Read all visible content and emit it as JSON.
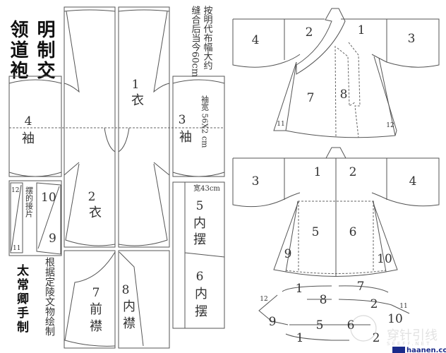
{
  "title": {
    "col1": "明制交",
    "col2": "领道袍"
  },
  "notes": {
    "fabric_width_1": "按明代布幅大约",
    "fabric_width_2": "缝合后当今60cm",
    "sleeve_width": "袖宽 56X2 cm",
    "inner_hem_width": "宽43cm",
    "hem_extension": "摆的接片",
    "author": "太常卿手制",
    "source": "根据定陵文物绘制"
  },
  "pieces": {
    "p1": {
      "num": "1",
      "name": "衣"
    },
    "p2": {
      "num": "2",
      "name": "衣"
    },
    "p3": {
      "num": "3",
      "name": "袖"
    },
    "p4": {
      "num": "4",
      "name": "袖"
    },
    "p5": {
      "num": "5",
      "name1": "内",
      "name2": "摆"
    },
    "p6": {
      "num": "6",
      "name1": "内",
      "name2": "摆"
    },
    "p7": {
      "num": "7",
      "name1": "前",
      "name2": "襟"
    },
    "p8": {
      "num": "8",
      "name1": "内",
      "name2": "襟"
    },
    "p9": "9",
    "p10": "10",
    "p11": "11",
    "p12": "12"
  },
  "front_view": {
    "labels": [
      "4",
      "2",
      "1",
      "3",
      "7",
      "8",
      "11",
      "12"
    ]
  },
  "back_view": {
    "labels": [
      "3",
      "1",
      "2",
      "4",
      "5",
      "6",
      "9",
      "10"
    ]
  },
  "hem_diagram": {
    "labels": [
      "1",
      "7",
      "8",
      "2",
      "12",
      "11",
      "9",
      "5",
      "6",
      "10",
      "1",
      "2"
    ]
  },
  "watermark": {
    "logo": "穿针引线",
    "sub": "SEEFF.NET",
    "site": "haanen.com"
  }
}
